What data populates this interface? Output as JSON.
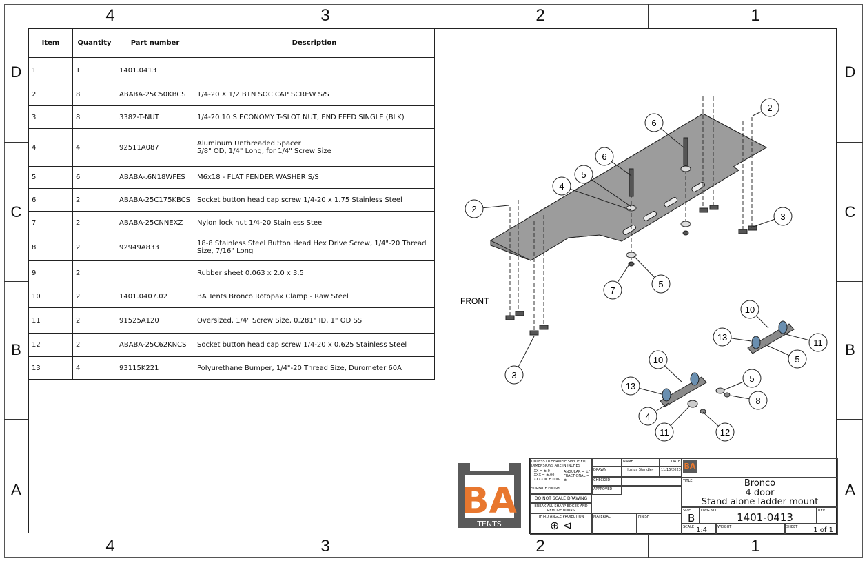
{
  "zones": {
    "columns": [
      "4",
      "3",
      "2",
      "1"
    ],
    "rows": [
      "D",
      "C",
      "B",
      "A"
    ]
  },
  "bom": {
    "headers": [
      "Item",
      "Quantity",
      "Part number",
      "Description"
    ],
    "rows": [
      [
        "1",
        "1",
        "1401.0413",
        ""
      ],
      [
        "2",
        "8",
        "ABABA-25C50KBCS",
        "1/4-20 X 1/2 BTN SOC CAP SCREW S/S"
      ],
      [
        "3",
        "8",
        "3382-T-NUT",
        "1/4-20 10 S ECONOMY T-SLOT NUT, END FEED SINGLE (BLK)"
      ],
      [
        "4",
        "4",
        "92511A087",
        "Aluminum Unthreaded Spacer\n5/8\" OD, 1/4\" Long, for 1/4\" Screw Size"
      ],
      [
        "5",
        "6",
        "ABABA-.6N18WFES",
        "M6x18 - FLAT FENDER WASHER S/S"
      ],
      [
        "6",
        "2",
        "ABABA-25C175KBCS",
        "Socket button head cap screw 1/4-20 x 1.75 Stainless Steel"
      ],
      [
        "7",
        "2",
        "ABABA-25CNNEXZ",
        "Nylon lock nut 1/4-20 Stainless Steel"
      ],
      [
        "8",
        "2",
        "92949A833",
        "18-8 Stainless Steel Button Head Hex Drive Screw, 1/4\"-20 Thread Size, 7/16\" Long"
      ],
      [
        "9",
        "2",
        "",
        "Rubber sheet 0.063 x 2.0 x 3.5"
      ],
      [
        "10",
        "2",
        "1401.0407.02",
        "BA Tents Bronco Rotopax Clamp - Raw Steel"
      ],
      [
        "11",
        "2",
        "91525A120",
        "Oversized, 1/4\" Screw Size, 0.281\" ID, 1\" OD SS"
      ],
      [
        "12",
        "2",
        "ABABA-25C62KNCS",
        "Socket button head cap screw 1/4-20 x 0.625 Stainless Steel"
      ],
      [
        "13",
        "4",
        "93115K221",
        "Polyurethane Bumper, 1/4\"-20 Thread Size, Durometer 60A"
      ]
    ]
  },
  "drawing": {
    "front_label": "FRONT",
    "balloons": [
      "2",
      "6",
      "6",
      "5",
      "4",
      "2",
      "3",
      "7",
      "5",
      "3",
      "10",
      "13",
      "11",
      "5",
      "10",
      "13",
      "5",
      "8",
      "4",
      "11",
      "12"
    ]
  },
  "logo": {
    "text": "BA",
    "sub": "TENTS",
    "colors": {
      "frame": "#555555",
      "accent": "#e8772e"
    }
  },
  "title_block": {
    "tolerance_note": "UNLESS OTHERWISE SPECIFIED, DIMENSIONS ARE IN INCHES",
    "tol_lines": [
      ".XX = ±.0-",
      ".XXX = ±.00-",
      ".XXXX = ±.000-"
    ],
    "angular": "ANGULAR = ±° FRACTIONAL = ±",
    "surface_finish": "SURFACE FINISH",
    "no_scale": "DO NOT SCALE DRAWING",
    "break_edges": "BREAK ALL SHARP EDGES AND REMOVE BURRS",
    "projection": "THIRD ANGLE PROJECTION",
    "name_h": "NAME",
    "date_h": "DATE",
    "drawn": "DRAWN",
    "drawn_name": "Justus Standley",
    "drawn_date": "11/15/2023",
    "checked": "CHECKED",
    "approved": "APPROVED",
    "material": "MATERIAL",
    "finish": "FINISH",
    "title_h": "TITLE",
    "title_lines": [
      "Bronco",
      "4 door",
      "Stand alone ladder mount"
    ],
    "size_h": "SIZE",
    "size": "B",
    "dwg_h": "DWG NO.",
    "dwg_no": "1401-0413",
    "rev_h": "REV",
    "scale_h": "SCALE",
    "scale": "1:4",
    "weight_h": "WEIGHT",
    "sheet_h": "SHEET",
    "sheet": "1 of 1"
  }
}
